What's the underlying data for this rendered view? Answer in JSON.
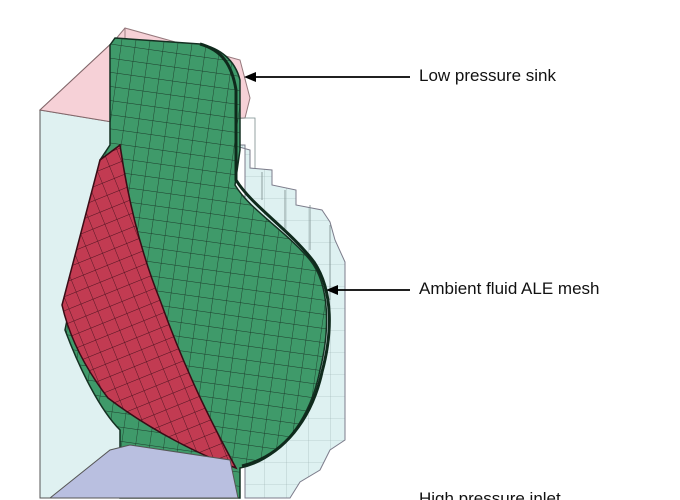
{
  "labels": {
    "sink": "Low pressure sink",
    "ale": "Ambient fluid ALE mesh",
    "high": "High pressure inlet"
  },
  "colors": {
    "sink_region": "#f6c9cf",
    "fluid_region": "#d6eeee",
    "structure_green": "#3f9a6a",
    "structure_red": "#c23b52",
    "inlet_region": "#b9bfe0",
    "mesh_line": "#1d3a2c"
  }
}
